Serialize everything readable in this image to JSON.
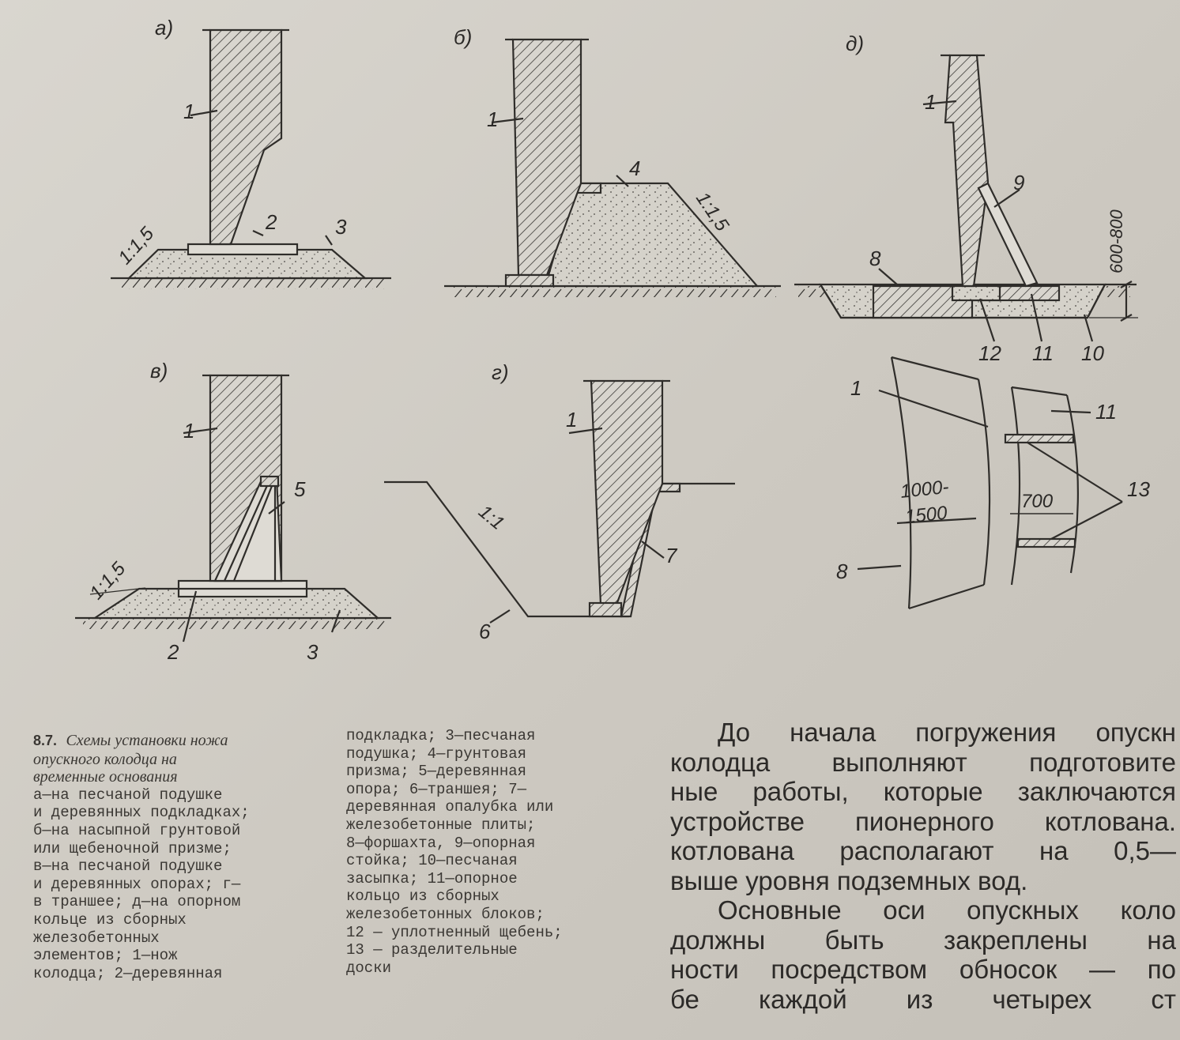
{
  "figure": {
    "panels": {
      "a": "а)",
      "b": "б)",
      "v": "в)",
      "g": "г)",
      "d": "д)"
    },
    "labels": {
      "n1": "1",
      "n2": "2",
      "n3": "3",
      "n4": "4",
      "n5": "5",
      "n6": "6",
      "n7": "7",
      "n8": "8",
      "n9": "9",
      "n10": "10",
      "n11": "11",
      "n12": "12",
      "n13": "13",
      "slope_15": "1:1,5",
      "slope_11": "1:1",
      "dim_600_800": "600-800",
      "dim_1000": "1000-",
      "dim_1500": "1500",
      "dim_700": "700"
    }
  },
  "caption": {
    "number": "8.7.",
    "title_lines": [
      "Схемы установки ножа",
      "опускного колодца на",
      "временные основания"
    ],
    "col1_lines": [
      "а—на песчаной подушке",
      "и деревянных подкладках;",
      "б—на насыпной грунтовой",
      "или щебеночной призме;",
      "в—на песчаной подушке",
      "и деревянных опорах; г—",
      "в траншее; д—на опорном",
      "кольце из сборных",
      "железобетонных",
      "элементов; 1—нож",
      "колодца;  2—деревянная"
    ],
    "col2_lines": [
      "подкладка; 3—песчаная",
      "подушка;  4—грунтовая",
      "призма;  5—деревянная",
      "опора;  6—траншея;  7—",
      "деревянная опалубка или",
      "железобетонные  плиты;",
      "8—форшахта, 9—опорная",
      "стойка;  10—песчаная",
      "засыпка;  11—опорное",
      "кольцо из сборных",
      "железобетонных  блоков;",
      "12 — уплотненный щебень;",
      "13 — разделительные",
      "доски"
    ]
  },
  "body": {
    "lines": [
      "До начала погружения опускн",
      "колодца выполняют подготовите",
      "ные работы, которые заключаются",
      "устройстве пионерного котлована.",
      "котлована располагают на 0,5—",
      "выше уровня подземных вод.",
      "Основные оси опускных коло",
      "должны быть закреплены на",
      "ности посредством обносок — по",
      "бе каждой из четырех ст"
    ]
  }
}
